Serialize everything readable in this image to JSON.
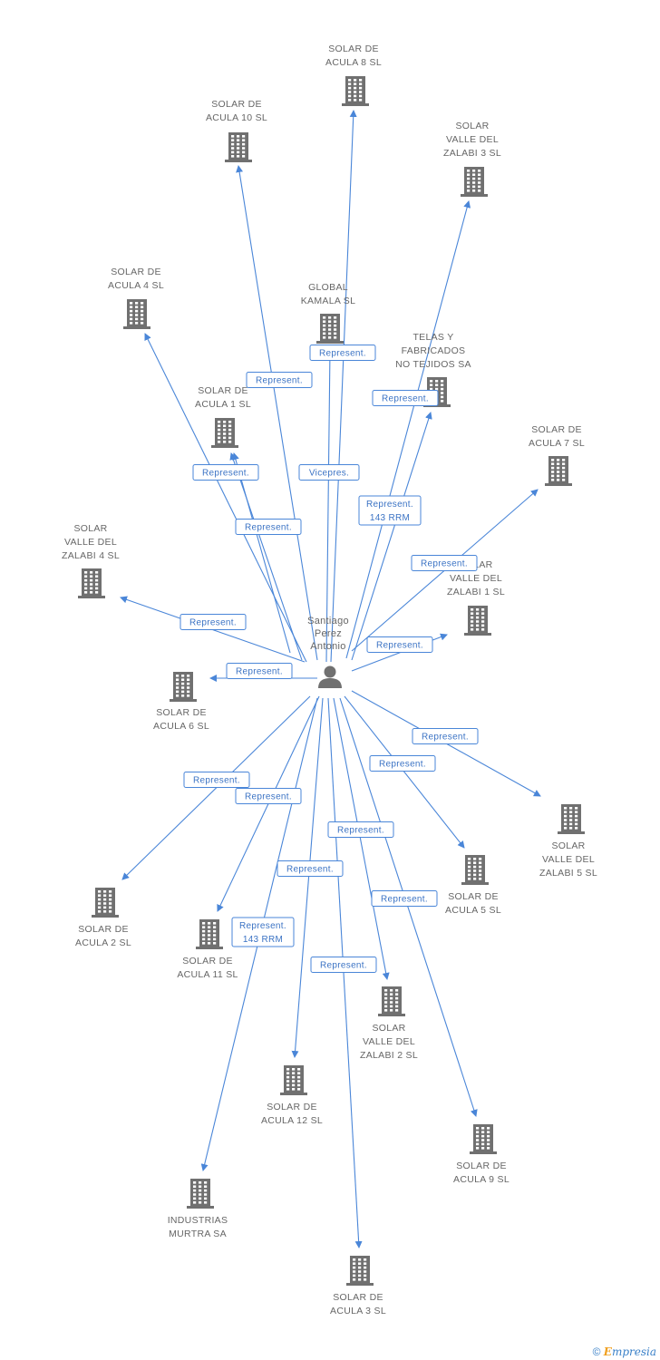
{
  "center": {
    "name_lines": [
      "Santiago",
      "Perez",
      "Antonio"
    ]
  },
  "nodes": [
    {
      "id": "acula8",
      "lines": [
        "SOLAR DE",
        "ACULA 8 SL"
      ]
    },
    {
      "id": "acula10",
      "lines": [
        "SOLAR DE",
        "ACULA 10 SL"
      ]
    },
    {
      "id": "zalabi3",
      "lines": [
        "SOLAR",
        "VALLE DEL",
        "ZALABI 3 SL"
      ]
    },
    {
      "id": "acula4",
      "lines": [
        "SOLAR DE",
        "ACULA 4 SL"
      ]
    },
    {
      "id": "global",
      "lines": [
        "GLOBAL",
        "KAMALA SL"
      ]
    },
    {
      "id": "telas",
      "lines": [
        "TELAS Y",
        "FABRICADOS",
        "NO TEJIDOS SA"
      ]
    },
    {
      "id": "acula1",
      "lines": [
        "SOLAR DE",
        "ACULA 1 SL"
      ]
    },
    {
      "id": "acula7",
      "lines": [
        "SOLAR DE",
        "ACULA 7 SL"
      ]
    },
    {
      "id": "zalabi4",
      "lines": [
        "SOLAR",
        "VALLE DEL",
        "ZALABI 4 SL"
      ]
    },
    {
      "id": "zalabi1",
      "lines": [
        "SOLAR",
        "VALLE DEL",
        "ZALABI 1 SL"
      ]
    },
    {
      "id": "acula6",
      "lines": [
        "SOLAR DE",
        "ACULA 6 SL"
      ]
    },
    {
      "id": "zalabi5",
      "lines": [
        "SOLAR",
        "VALLE DEL",
        "ZALABI 5 SL"
      ]
    },
    {
      "id": "acula2",
      "lines": [
        "SOLAR DE",
        "ACULA 2 SL"
      ]
    },
    {
      "id": "acula11",
      "lines": [
        "SOLAR DE",
        "ACULA 11 SL"
      ]
    },
    {
      "id": "acula5",
      "lines": [
        "SOLAR DE",
        "ACULA 5 SL"
      ]
    },
    {
      "id": "zalabi2",
      "lines": [
        "SOLAR",
        "VALLE DEL",
        "ZALABI 2 SL"
      ]
    },
    {
      "id": "acula12",
      "lines": [
        "SOLAR DE",
        "ACULA 12 SL"
      ]
    },
    {
      "id": "acula9",
      "lines": [
        "SOLAR DE",
        "ACULA 9 SL"
      ]
    },
    {
      "id": "murtra",
      "lines": [
        "INDUSTRIAS",
        "MURTRA SA"
      ]
    },
    {
      "id": "acula3",
      "lines": [
        "SOLAR DE",
        "ACULA 3 SL"
      ]
    }
  ],
  "edges": [
    {
      "to": "acula8",
      "label": [
        "Vicepres."
      ]
    },
    {
      "to": "acula10",
      "label": [
        "Represent."
      ]
    },
    {
      "to": "zalabi3",
      "label": [
        "Represent.",
        "143 RRM"
      ]
    },
    {
      "to": "acula4",
      "label": [
        "Represent."
      ]
    },
    {
      "to": "global",
      "label": [
        "Represent."
      ]
    },
    {
      "to": "telas",
      "label": [
        "Represent."
      ]
    },
    {
      "to": "acula1",
      "label": [
        "Represent."
      ]
    },
    {
      "to": "acula1b",
      "label": [
        "Represent."
      ]
    },
    {
      "to": "acula7",
      "label": [
        "Represent."
      ]
    },
    {
      "to": "zalabi4",
      "label": [
        "Represent."
      ]
    },
    {
      "to": "zalabi1",
      "label": [
        "Represent."
      ]
    },
    {
      "to": "acula6",
      "label": [
        "Represent."
      ]
    },
    {
      "to": "zalabi5",
      "label": [
        "Represent."
      ]
    },
    {
      "to": "acula5",
      "label": [
        "Represent."
      ]
    },
    {
      "to": "acula2",
      "label": [
        "Represent."
      ]
    },
    {
      "to": "acula11",
      "label": [
        "Represent."
      ]
    },
    {
      "to": "zalabi2",
      "label": [
        "Represent."
      ]
    },
    {
      "to": "acula12",
      "label": [
        "Represent."
      ]
    },
    {
      "to": "murtra",
      "label": [
        "Represent.",
        "143 RRM"
      ]
    },
    {
      "to": "acula9",
      "label": [
        "Represent."
      ]
    },
    {
      "to": "acula3",
      "label": [
        "Represent."
      ]
    }
  ],
  "footer": {
    "copyright": "©",
    "brand_initial": "E",
    "brand_rest": "mpresia"
  },
  "colors": {
    "edge": "#4a86d8",
    "icon": "#707070",
    "text": "#666666"
  }
}
